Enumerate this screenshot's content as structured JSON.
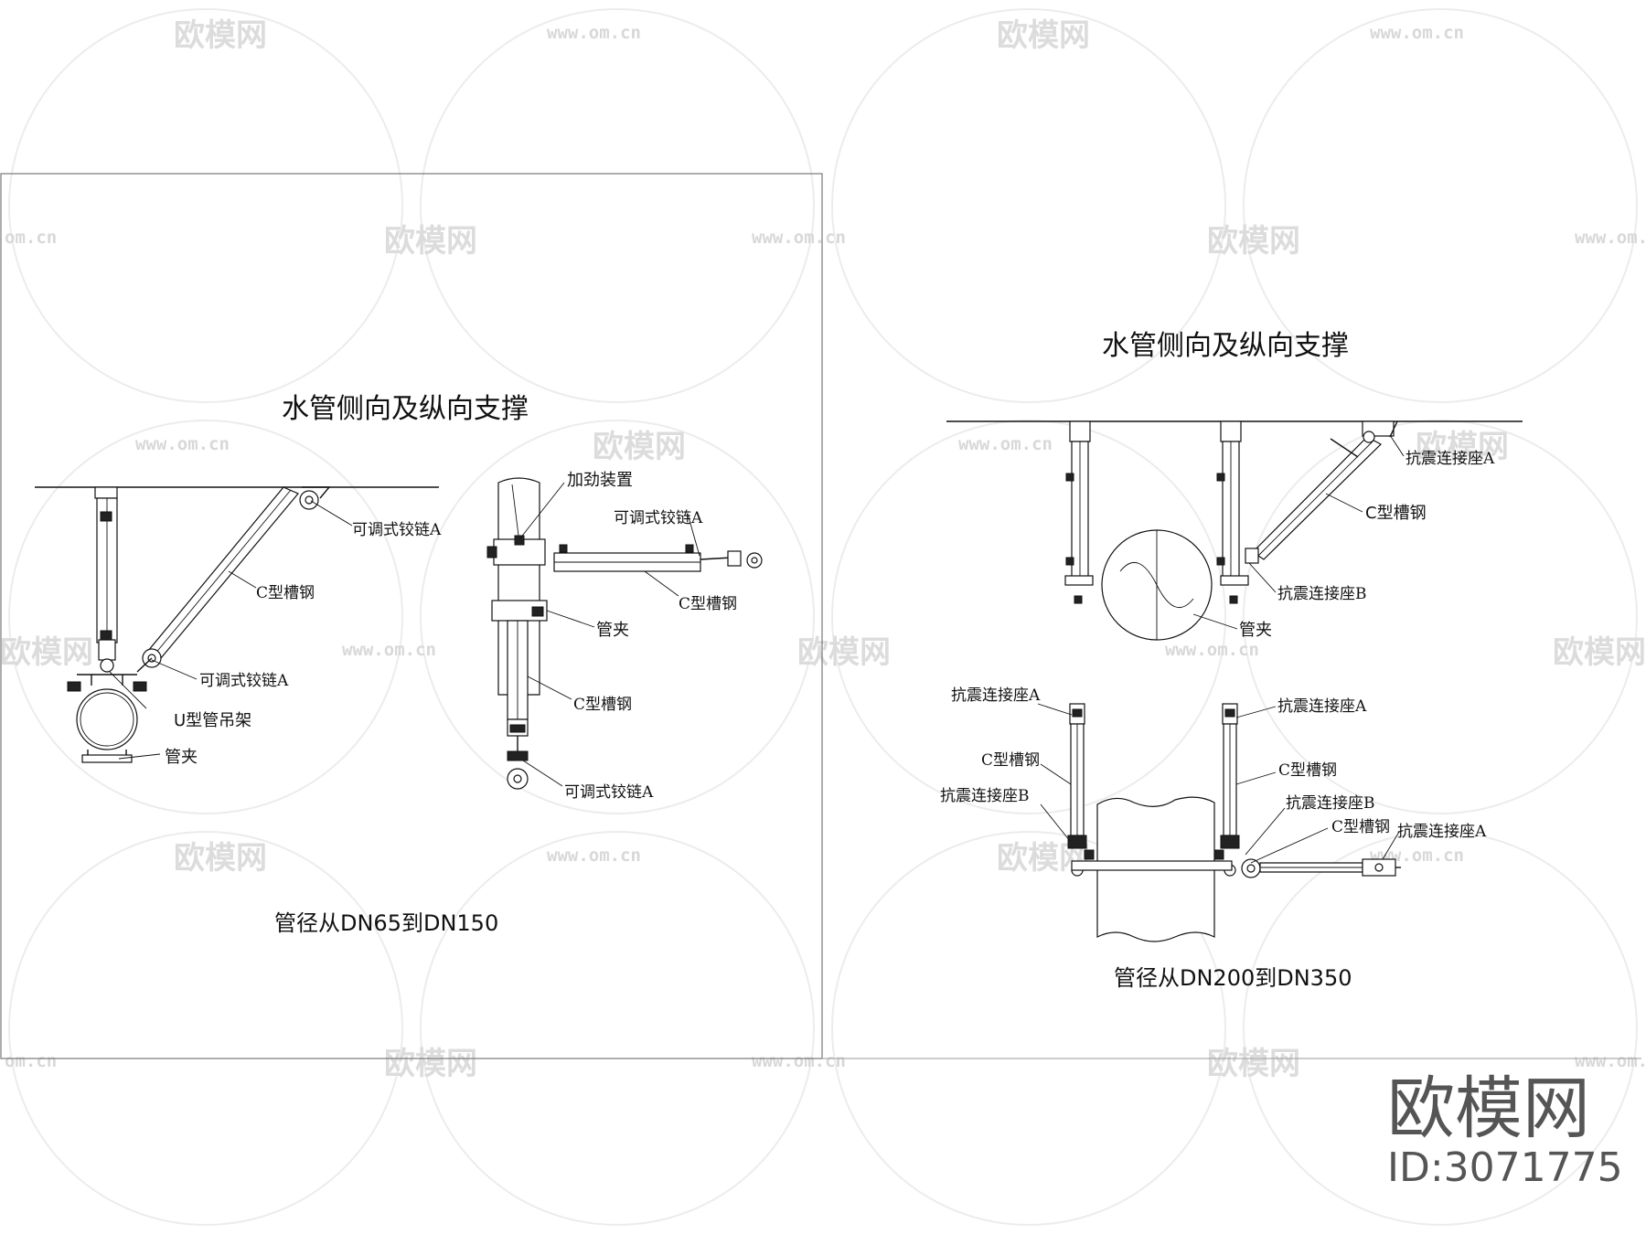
{
  "left_panel": {
    "title": "水管侧向及纵向支撑",
    "caption": "管径从DN65到DN150",
    "labels": {
      "hinge_a_top": "可调式铰链A",
      "channel_steel": "C型槽钢",
      "hinge_a_mid": "可调式铰链A",
      "u_hanger": "U型管吊架",
      "pipe_clamp": "管夹",
      "stiffener": "加劲装置",
      "hinge_a_right": "可调式铰链A",
      "channel_steel_right": "C型槽钢",
      "pipe_clamp_right": "管夹",
      "channel_steel_vertical": "C型槽钢",
      "hinge_a_bottom": "可调式铰链A"
    }
  },
  "right_panel": {
    "title": "水管侧向及纵向支撑",
    "caption": "管径从DN200到DN350",
    "labels": {
      "seat_a_top": "抗震连接座A",
      "channel_steel_top": "C型槽钢",
      "seat_b_top": "抗震连接座B",
      "pipe_clamp": "管夹",
      "seat_a_left": "抗震连接座A",
      "seat_a_mid": "抗震连接座A",
      "channel_left": "C型槽钢",
      "channel_mid": "C型槽钢",
      "seat_b_left": "抗震连接座B",
      "seat_b_mid": "抗震连接座B",
      "channel_right": "C型槽钢",
      "seat_a_right": "抗震连接座A"
    }
  },
  "watermark": {
    "brand": "欧模网",
    "url": "www.om.cn",
    "url_short": "om.cn"
  },
  "branding": {
    "name": "欧模网",
    "id": "ID:3071775"
  }
}
